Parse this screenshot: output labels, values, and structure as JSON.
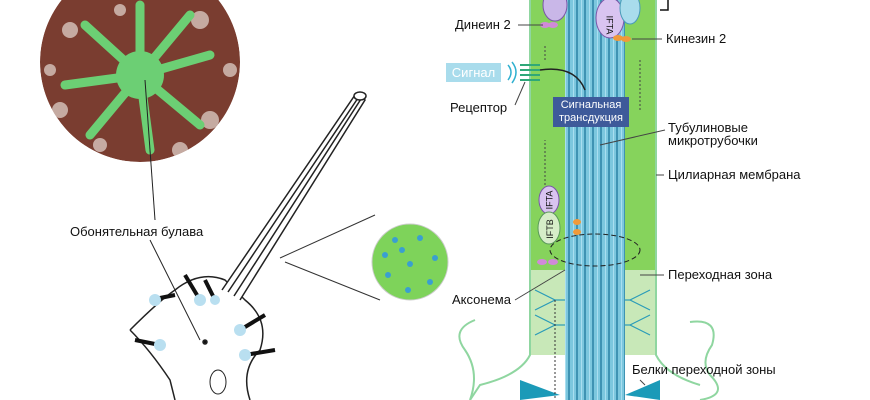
{
  "labels": {
    "dynein": "Динеин 2",
    "kinesin": "Кинезин 2",
    "signal": "Сигнал",
    "receptor": "Рецептор",
    "transduction_1": "Сигнальная",
    "transduction_2": "трансдукция",
    "tubulin_1": "Тубулиновые",
    "tubulin_2": "микротрубочки",
    "membrane": "Цилиарная мембрана",
    "transition_zone": "Переходная зона",
    "tz_proteins": "Белки переходной зоны",
    "axoneme": "Аксонема",
    "knob": "Обонятельная булава",
    "ifta": "IFTA",
    "iftb": "IFTB"
  },
  "colors": {
    "cilium_green": "#86d35c",
    "transition_green": "#c8e8b8",
    "microtubule_blue": "#6bbcd6",
    "signal_box": "#a9dcec",
    "transduction_box": "#3e5a9a",
    "tissue_brown": "#8a4a3a"
  }
}
